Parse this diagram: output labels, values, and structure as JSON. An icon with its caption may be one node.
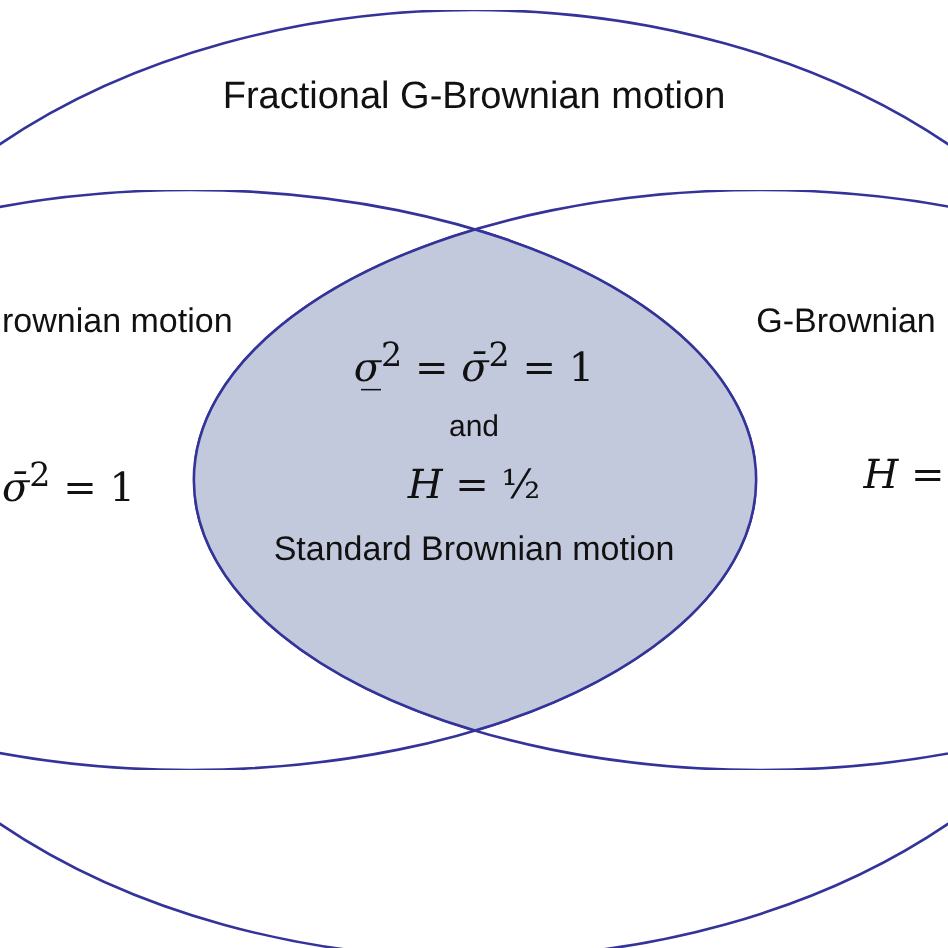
{
  "diagram": {
    "nodes": [
      {
        "text": [
          "Fractional G-Brownian motion"
        ]
      },
      {
        "text": [
          "rownian motion",
          "*σ̄*$^{2}$ = 1"
        ],
        "in": 0
      },
      {
        "text": [
          "G-Brownian",
          "*H* ="
        ],
        "in": 0
      },
      {
        "text": [
          "*σ̲*$^{2}$ = *σ̄*$^{2}$ = 1",
          "and",
          "*H* = ½",
          "Standard Brownian motion"
        ]
      }
    ]
  }
}
